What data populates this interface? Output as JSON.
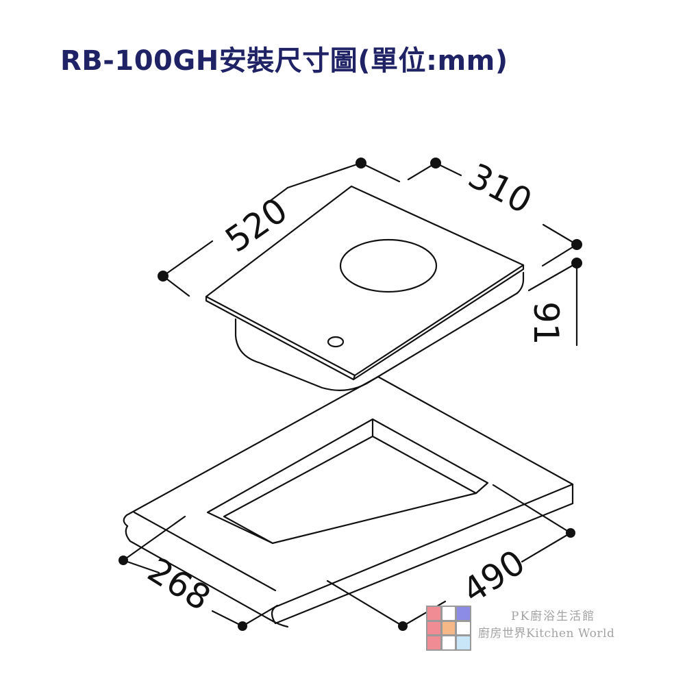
{
  "title": "RB-100GH安裝尺寸圖(單位:mm)",
  "unit": "mm",
  "model": "RB-100GH",
  "colors": {
    "title": "#1f2366",
    "line": "#111111",
    "watermark_text": "#a3a3a3"
  },
  "top_view": {
    "label": "cooktop",
    "dimensions": {
      "width": "520",
      "depth": "310",
      "height": "91"
    }
  },
  "cutout_view": {
    "label": "counter cutout",
    "dimensions": {
      "depth": "268",
      "width": "490"
    }
  },
  "watermark": {
    "line1": "PK廚浴生活館",
    "line2": "廚房世界Kitchen World",
    "grid_colors": [
      "#f08c94",
      "#ffffff",
      "#8c8ce6",
      "#f08c94",
      "#f7b887",
      "#ffffff",
      "#f08c94",
      "#ffffff",
      "#c8e6f8"
    ]
  }
}
